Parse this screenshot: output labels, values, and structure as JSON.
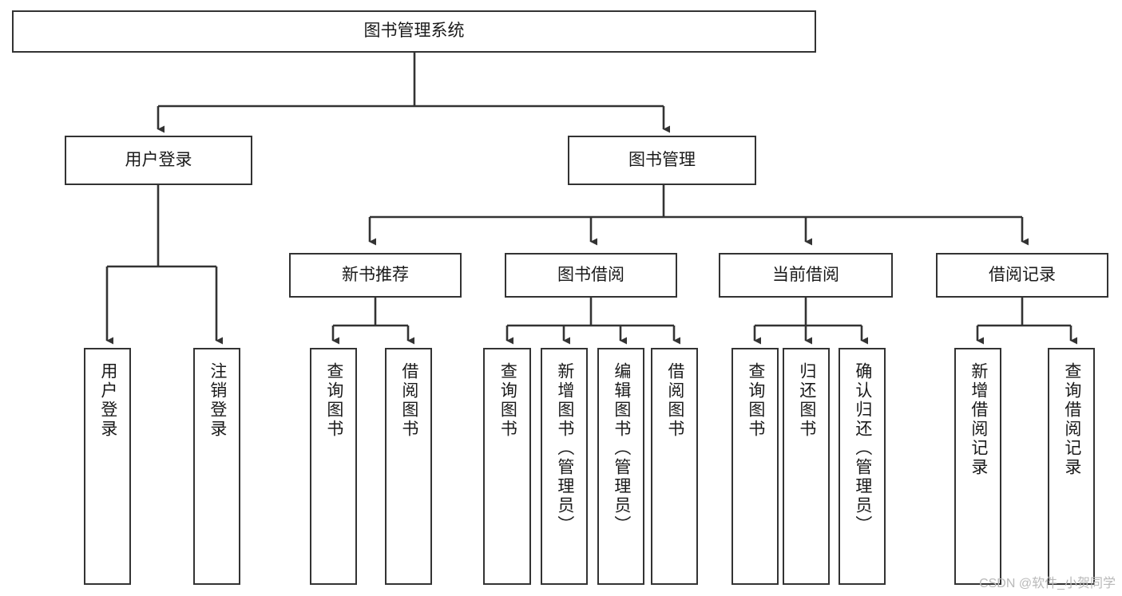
{
  "diagram": {
    "type": "tree-hierarchy",
    "title": "图书管理系统",
    "watermark": "CSDN @软件_小贺同学",
    "colors": {
      "box_border": "#333333",
      "box_fill": "#ffffff",
      "connector": "#333333",
      "text": "#1a1a1a",
      "watermark": "#b9b9b9",
      "background": "#ffffff"
    },
    "levels": {
      "root": {
        "label": "图书管理系统"
      },
      "level2": [
        {
          "label": "用户登录"
        },
        {
          "label": "图书管理"
        }
      ],
      "level3": [
        {
          "label": "新书推荐"
        },
        {
          "label": "图书借阅"
        },
        {
          "label": "当前借阅"
        },
        {
          "label": "借阅记录"
        }
      ],
      "leaves": {
        "user_login": [
          {
            "label": "用户登录"
          },
          {
            "label": "注销登录"
          }
        ],
        "new_book_recommend": [
          {
            "label": "查询图书"
          },
          {
            "label": "借阅图书"
          }
        ],
        "book_borrow": [
          {
            "label": "查询图书"
          },
          {
            "label": "新增图书（管理员）"
          },
          {
            "label": "编辑图书（管理员）"
          },
          {
            "label": "借阅图书"
          }
        ],
        "current_borrow": [
          {
            "label": "查询图书"
          },
          {
            "label": "归还图书"
          },
          {
            "label": "确认归还（管理员）"
          }
        ],
        "borrow_record": [
          {
            "label": "新增借阅记录"
          },
          {
            "label": "查询借阅记录"
          }
        ]
      }
    }
  }
}
